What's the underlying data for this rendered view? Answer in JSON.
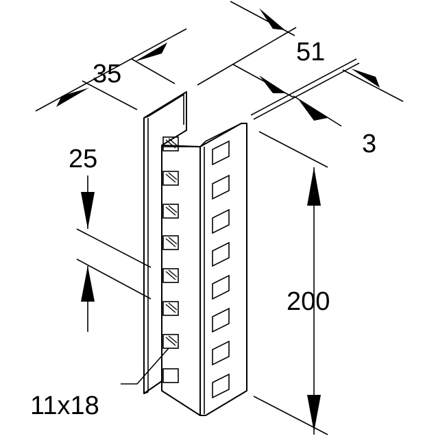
{
  "dimensions": {
    "width_flange": "35",
    "width_web": "51",
    "thickness": "3",
    "hole_pitch": "25",
    "length": "200",
    "hole_size": "11x18"
  },
  "colors": {
    "stroke": "#000000",
    "background": "#ffffff"
  }
}
